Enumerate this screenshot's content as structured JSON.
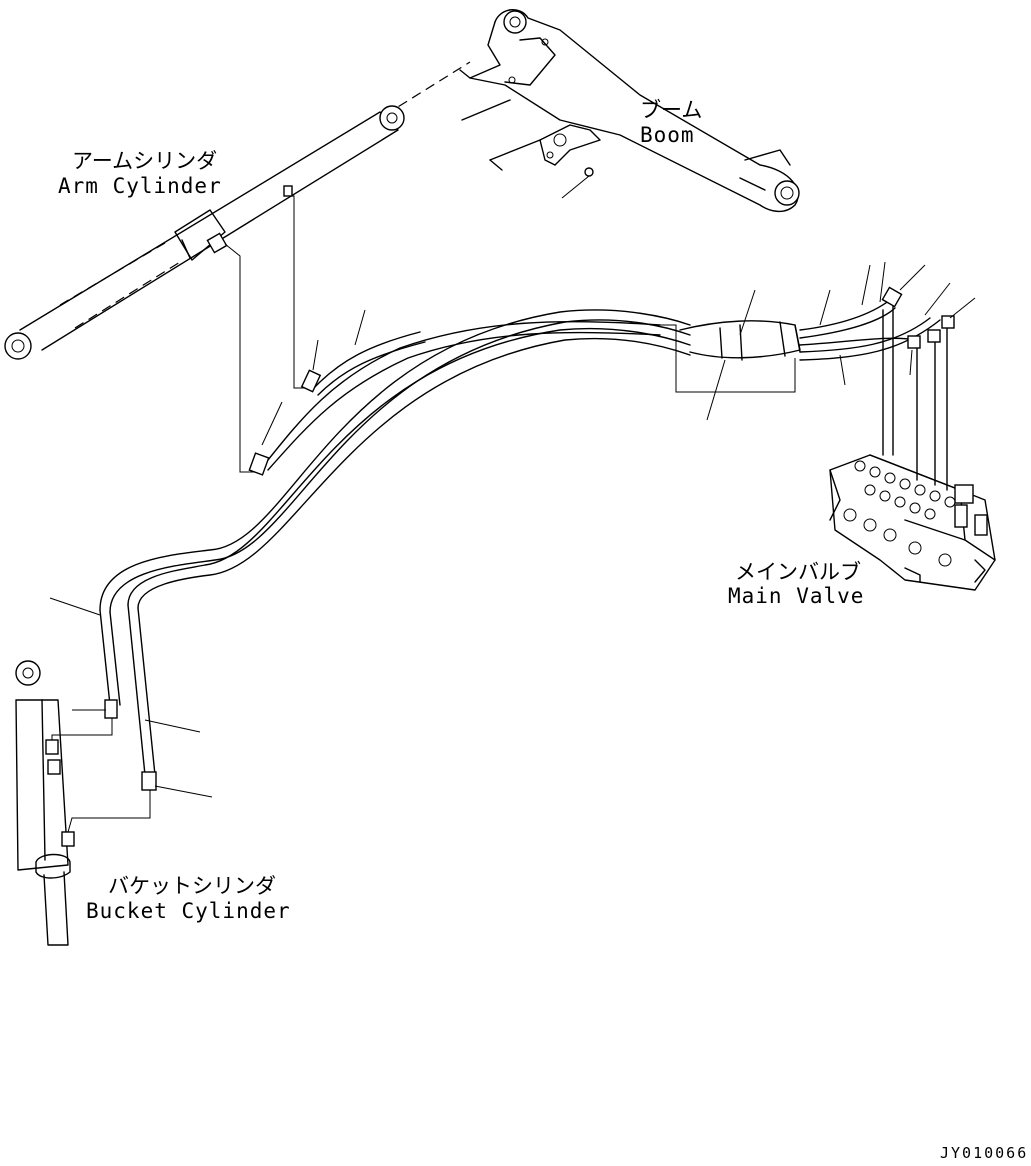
{
  "labels": {
    "boom_jp": "ブーム",
    "boom_en": "Boom",
    "arm_cylinder_jp": "アームシリンダ",
    "arm_cylinder_en": "Arm Cylinder",
    "main_valve_jp": "メインバルブ",
    "main_valve_en": "Main Valve",
    "bucket_cylinder_jp": "バケットシリンダ",
    "bucket_cylinder_en": "Bucket Cylinder"
  },
  "drawing_code": "JY010066"
}
